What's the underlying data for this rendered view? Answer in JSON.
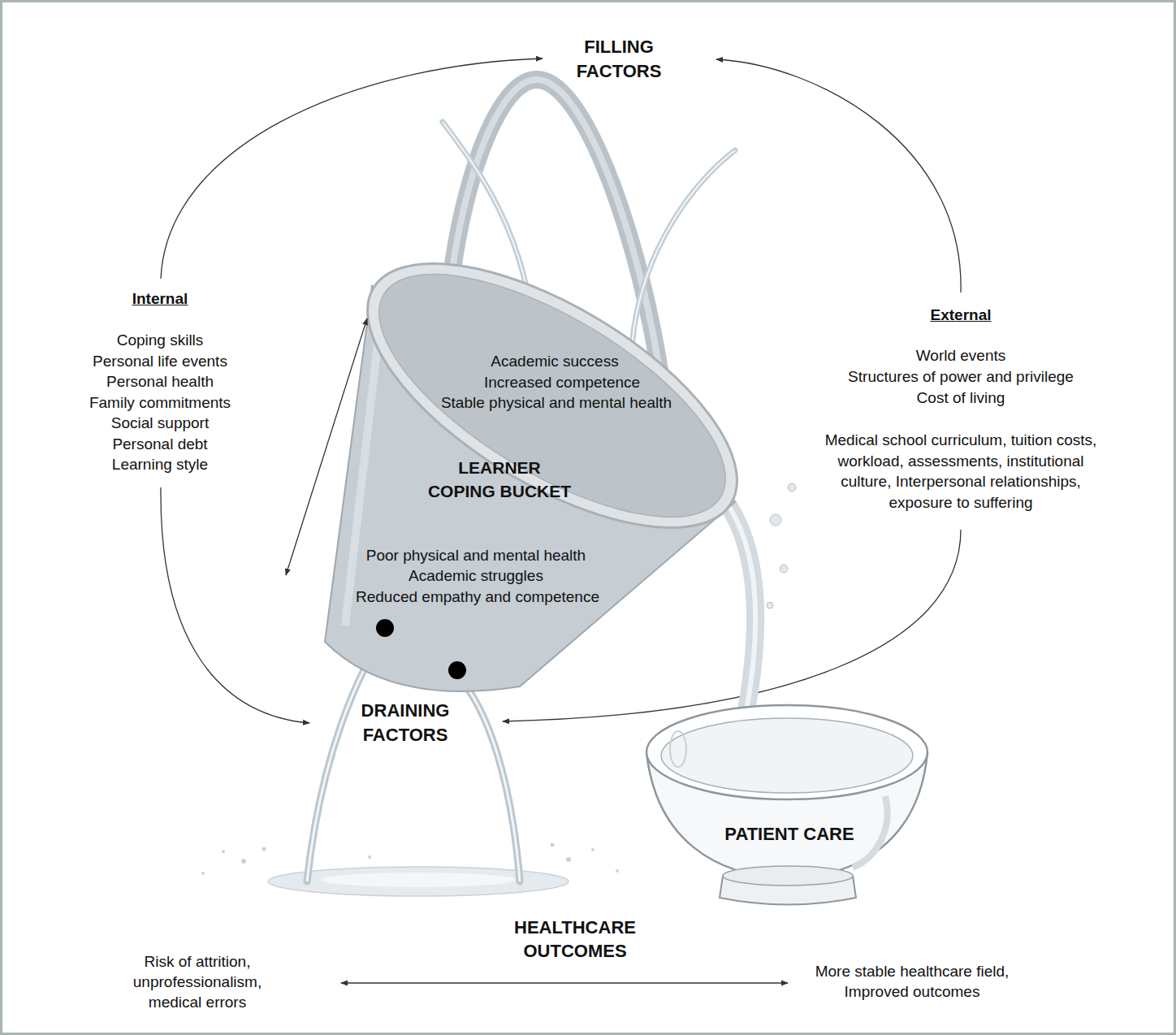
{
  "diagram": {
    "nodes": [
      {
        "text": [
          "Academic success",
          "Increased competence",
          "Stable physical and mental health",
          "LEARNER COPING BUCKET",
          "Poor physical and mental health",
          "Academic struggles",
          "Reduced empathy and competence"
        ]
      },
      {
        "text": [
          "PATIENT CARE"
        ]
      }
    ],
    "labels": [
      "FILLING FACTORS",
      "Internal",
      "Coping skills",
      "Personal life events",
      "Personal health",
      "Family commitments",
      "Social support",
      "Personal debt",
      "Learning style",
      "External",
      "World events",
      "Structures of power and privilege",
      "Cost of living",
      "Medical school curriculum, tuition costs, workload, assessments, institutional culture, Interpersonal relationships, exposure to suffering",
      "DRAINING FACTORS",
      "HEALTHCARE OUTCOMES",
      "Risk of attrition, unprofessionalism, medical errors",
      "More stable healthcare field, Improved outcomes"
    ]
  }
}
